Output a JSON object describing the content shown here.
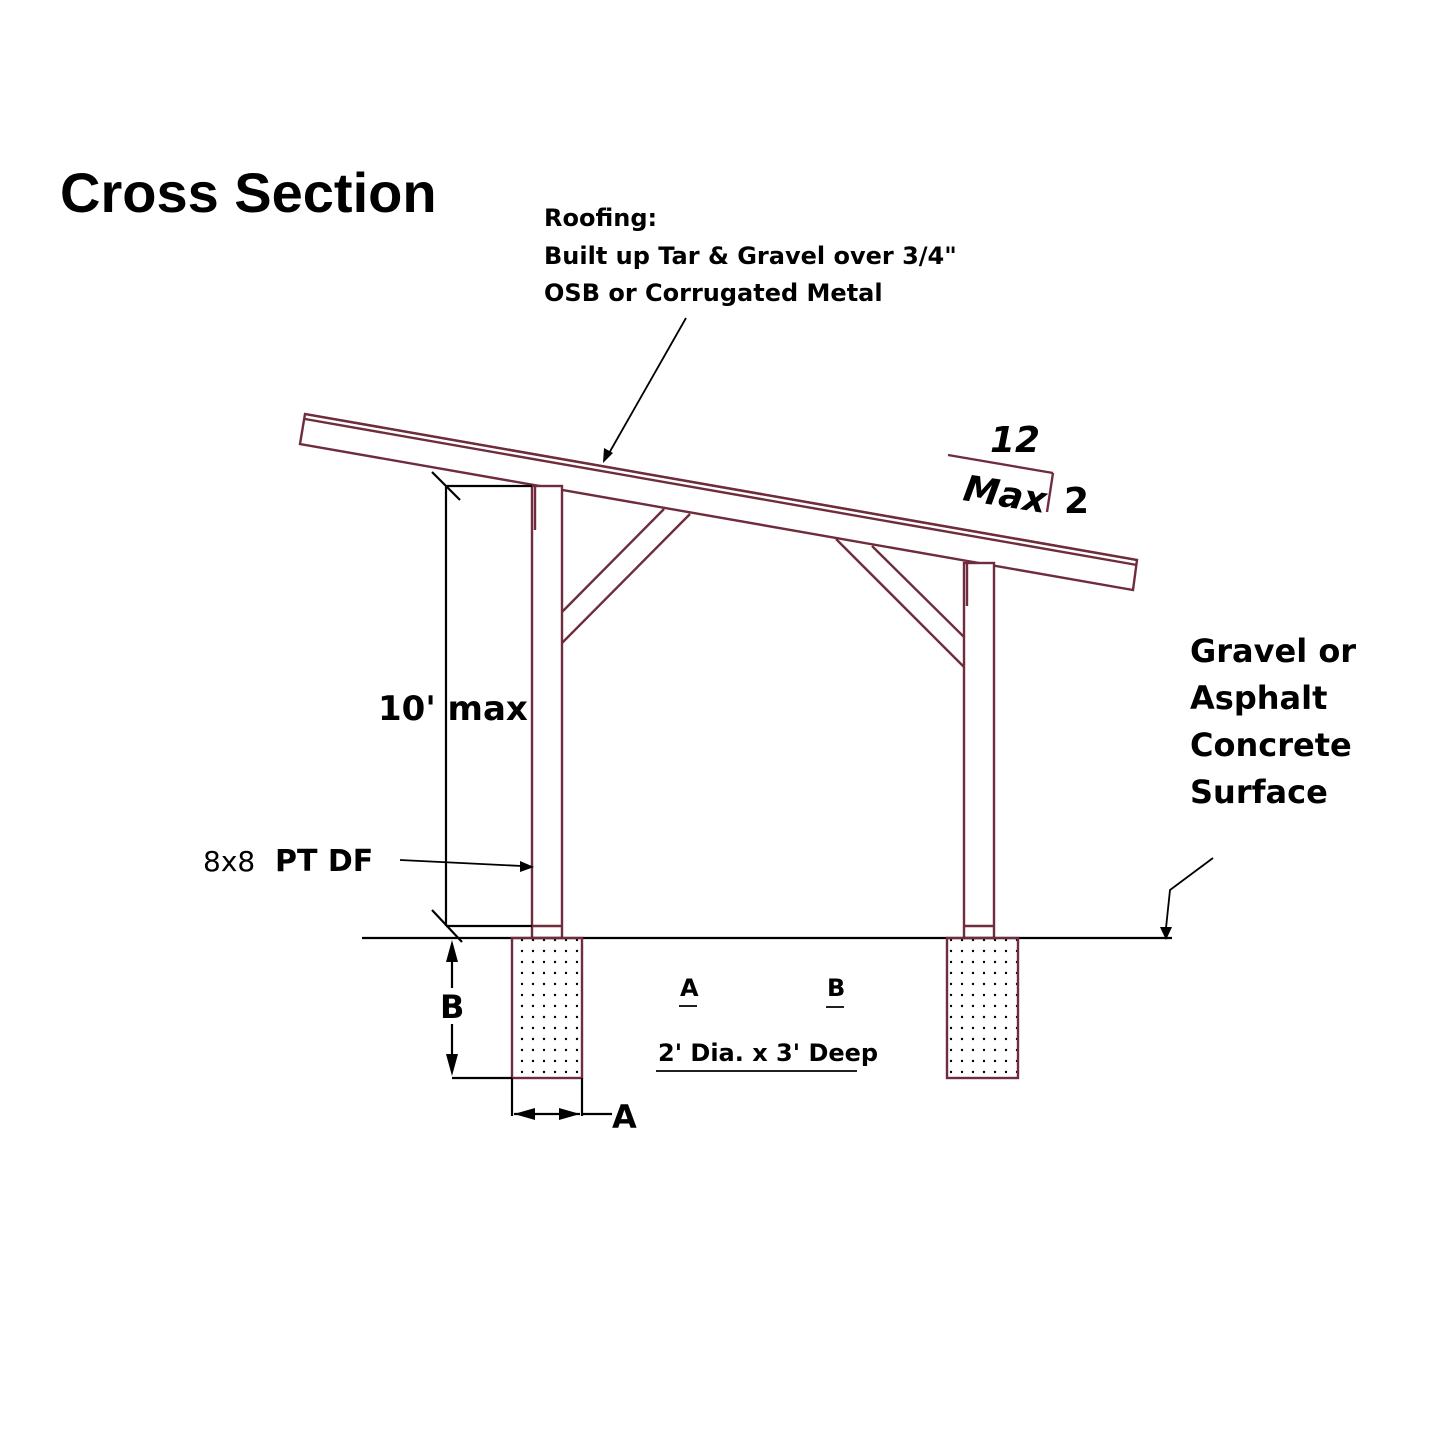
{
  "title": "Cross Section",
  "roofing_note": {
    "line1": "Roofing:",
    "line2": "Built up Tar & Gravel over 3/4\"",
    "line3": "OSB or Corrugated Metal"
  },
  "slope": {
    "run": "12",
    "rise": "2",
    "qualifier": "Max"
  },
  "height_dimension": "10' max",
  "post_label": {
    "size": "8x8",
    "material": "PT DF"
  },
  "surface_note": {
    "line1": "Gravel or",
    "line2": "Asphalt",
    "line3": "Concrete",
    "line4": "Surface"
  },
  "footing": {
    "dim_a_label": "A",
    "dim_b_label": "B",
    "table_header_a": "A",
    "table_header_b": "B",
    "spec": "2' Dia. x 3' Deep"
  },
  "colors": {
    "wood_line": "#6e2c3c",
    "ink": "#000000",
    "background": "#ffffff"
  }
}
